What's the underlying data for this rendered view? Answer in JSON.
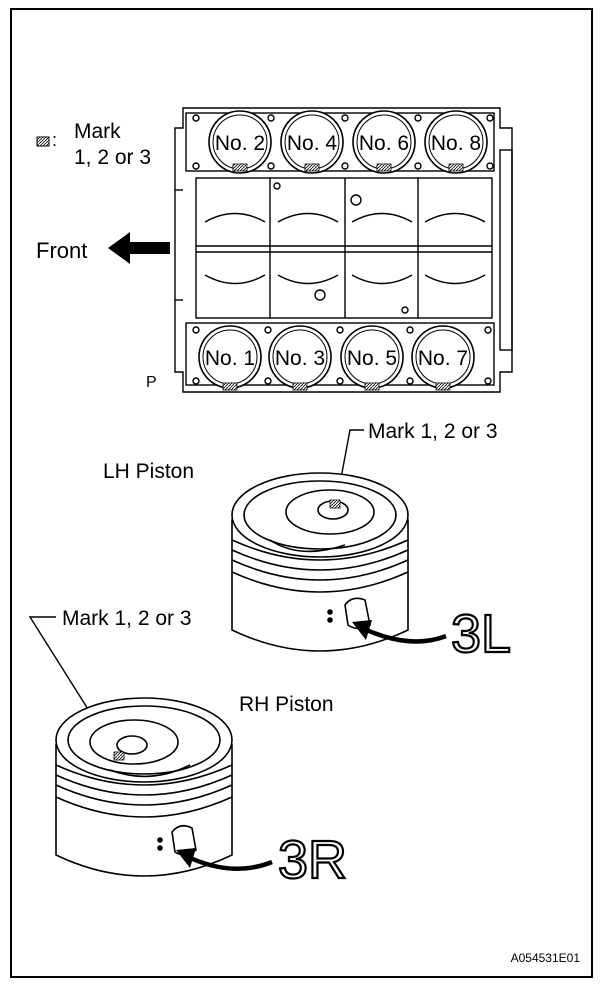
{
  "legend": {
    "mark_line1": "Mark",
    "mark_line2": "1, 2 or 3",
    "colon": ":"
  },
  "block": {
    "front_label": "Front",
    "view_letter": "P",
    "top_bores": [
      "No. 2",
      "No. 4",
      "No. 6",
      "No. 8"
    ],
    "bottom_bores": [
      "No. 1",
      "No. 3",
      "No. 5",
      "No. 7"
    ]
  },
  "lh_piston": {
    "title": "LH Piston",
    "mark_callout": "Mark 1, 2 or 3",
    "side_code": "3L"
  },
  "rh_piston": {
    "title": "RH Piston",
    "mark_callout": "Mark 1, 2 or 3",
    "side_code": "3R"
  },
  "figure_id": "A054531E01"
}
